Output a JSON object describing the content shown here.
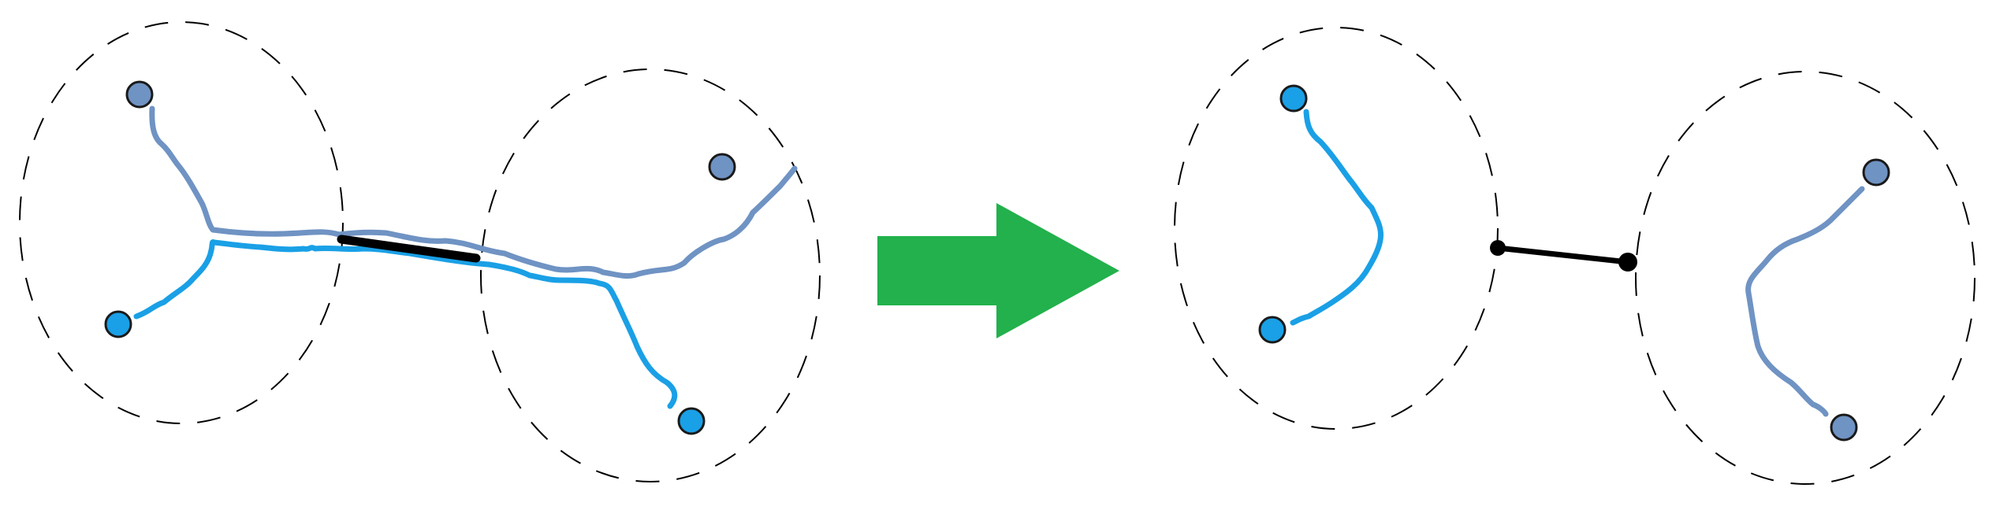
{
  "diagram": {
    "colors": {
      "background": "#ffffff",
      "boundary": "#000000",
      "path_light": "#1aa0e6",
      "path_steel": "#6f93c3",
      "bridge": "#000000",
      "arrow": "#22b14c",
      "node_outline": "#1a1a1a"
    },
    "panels": [
      {
        "id": "before",
        "groups": [
          {
            "id": "left-cluster",
            "nodes": [
              {
                "color": "steel"
              },
              {
                "color": "light"
              }
            ]
          },
          {
            "id": "right-cluster",
            "nodes": [
              {
                "color": "steel"
              },
              {
                "color": "light"
              }
            ]
          }
        ],
        "connection": {
          "type": "overlapping-bridge"
        }
      },
      {
        "id": "after",
        "groups": [
          {
            "id": "left-cluster",
            "nodes": [
              {
                "color": "light"
              },
              {
                "color": "light"
              }
            ]
          },
          {
            "id": "right-cluster",
            "nodes": [
              {
                "color": "steel"
              },
              {
                "color": "steel"
              }
            ]
          }
        ],
        "connection": {
          "type": "separated-bridge"
        }
      }
    ],
    "transition": {
      "icon": "right-arrow-icon"
    }
  }
}
